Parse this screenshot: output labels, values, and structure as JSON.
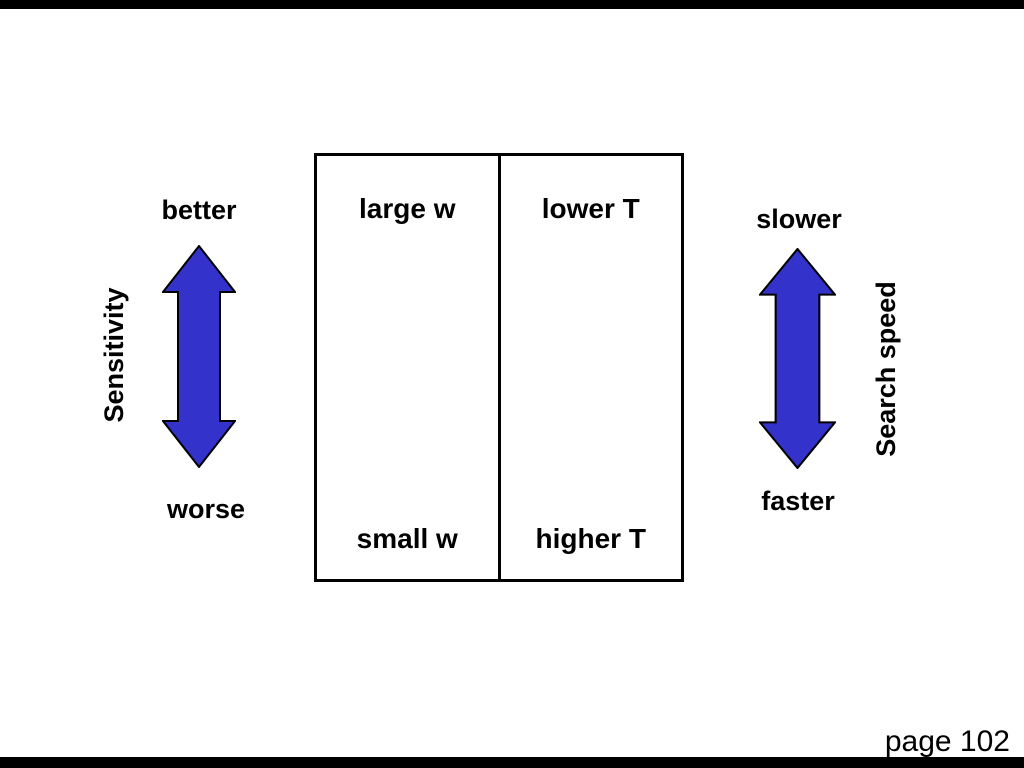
{
  "slide": {
    "page_label": "page 102"
  },
  "table": {
    "columns": [
      {
        "top": "large w",
        "bottom": "small w"
      },
      {
        "top": "lower T",
        "bottom": "higher T"
      }
    ]
  },
  "left_axis": {
    "top": "better",
    "bottom": "worse",
    "label": "Sensitivity"
  },
  "right_axis": {
    "top": "slower",
    "bottom": "faster",
    "label": "Search speed"
  },
  "colors": {
    "arrow_fill": "#3333CC",
    "arrow_stroke": "#000000",
    "border": "#000000",
    "edge_bar": "#000000"
  }
}
